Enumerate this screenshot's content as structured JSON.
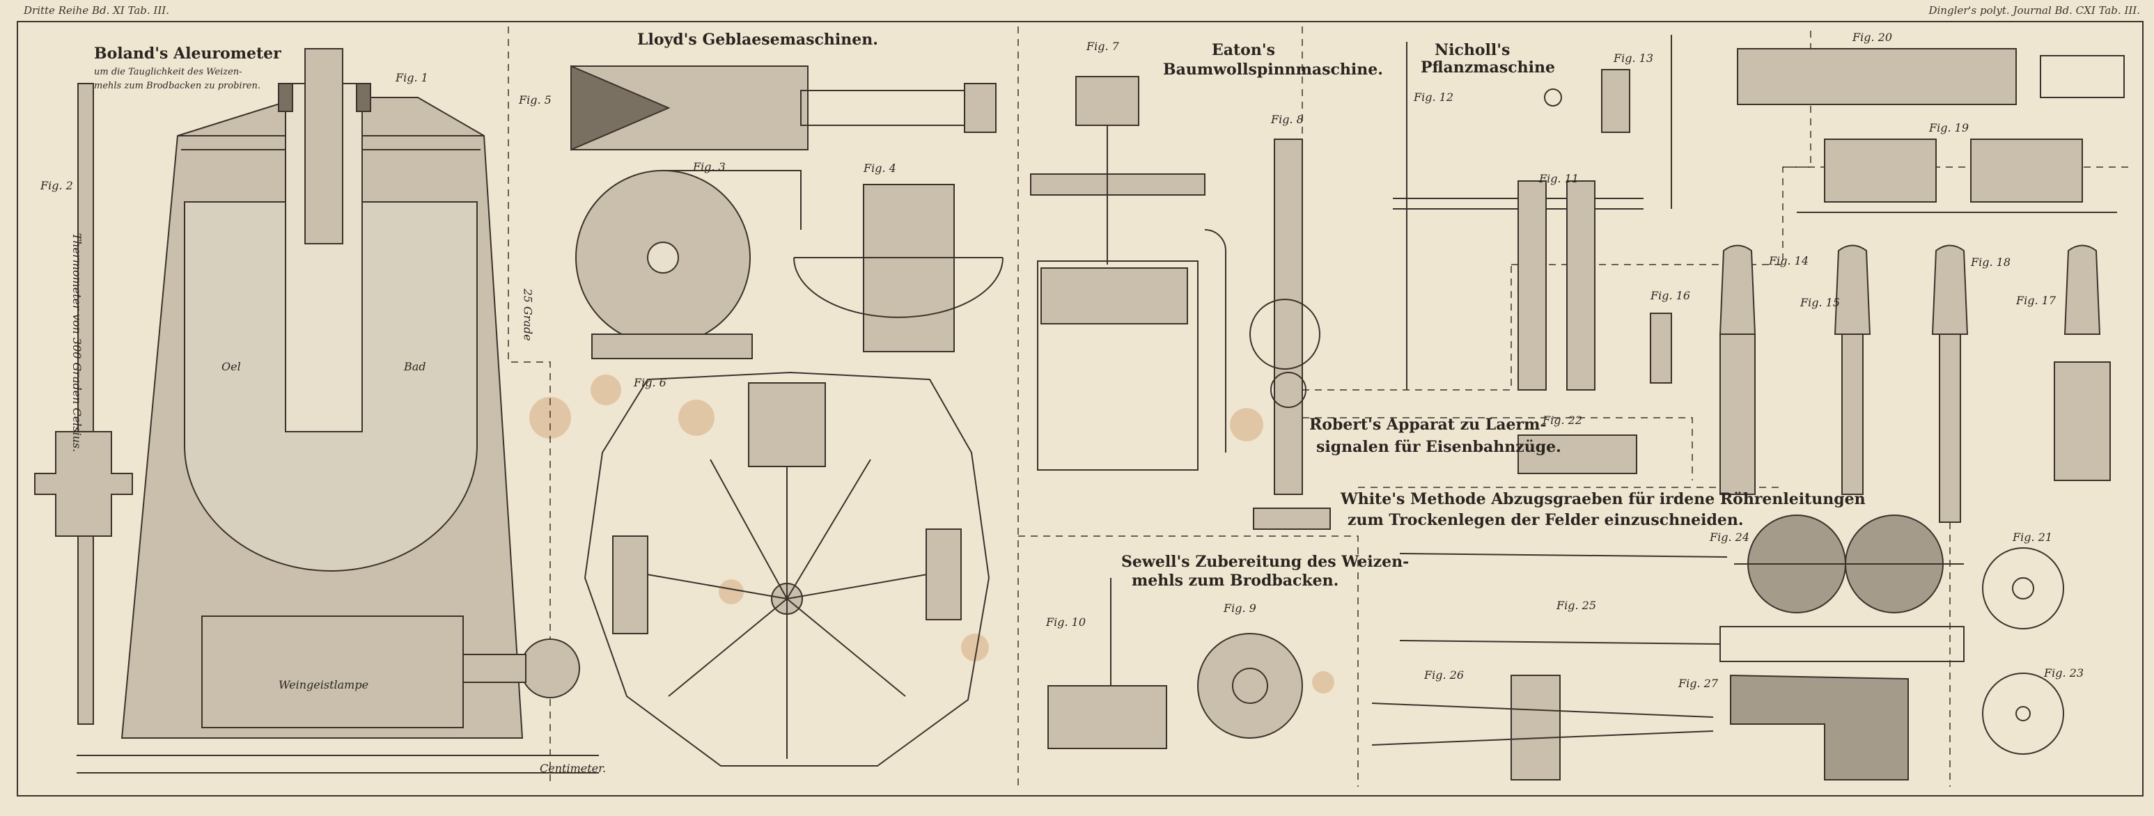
{
  "header": {
    "left": "Dritte Reihe Bd. XI Tab. III.",
    "right": "Dingler's polyt. Journal Bd. CXI Tab. III."
  },
  "sections": {
    "boland_title": "Boland's Aleurometer",
    "boland_sub1": "um die Tauglichkeit des Weizen-",
    "boland_sub2": "mehls zum Brodbacken zu probiren.",
    "lloyd": "Lloyd's Geblaesemaschinen.",
    "eaton1": "Eaton's",
    "eaton2": "Baumwollspinnmaschine.",
    "nicholl1": "Nicholl's",
    "nicholl2": "Pflanzmaschine",
    "roberts1": "Robert's Apparat zu Laerm-",
    "roberts2": "signalen für Eisenbahnzüge.",
    "white1": "White's Methode Abzugsgraeben für irdene Röhrenleitungen",
    "white2": "zum Trockenlegen der Felder einzuschneiden.",
    "sewell1": "Sewell's Zubereitung des Weizen-",
    "sewell2": "mehls zum Brodbacken."
  },
  "labels": {
    "thermo": "Thermometer von 300 Graden Celsius.",
    "grade": "25 Grade",
    "oel": "Oel",
    "bad": "Bad",
    "lampe": "Weingeistlampe",
    "centimeter": "Centimeter."
  },
  "figures": [
    "Fig. 1",
    "Fig. 2",
    "Fig. 3",
    "Fig. 4",
    "Fig. 5",
    "Fig. 6",
    "Fig. 7",
    "Fig. 8",
    "Fig. 9",
    "Fig. 10",
    "Fig. 11",
    "Fig. 12",
    "Fig. 13",
    "Fig. 14",
    "Fig. 15",
    "Fig. 16",
    "Fig. 17",
    "Fig. 18",
    "Fig. 19",
    "Fig. 20",
    "Fig. 21",
    "Fig. 22",
    "Fig. 23",
    "Fig. 24",
    "Fig. 25",
    "Fig. 26",
    "Fig. 27"
  ]
}
